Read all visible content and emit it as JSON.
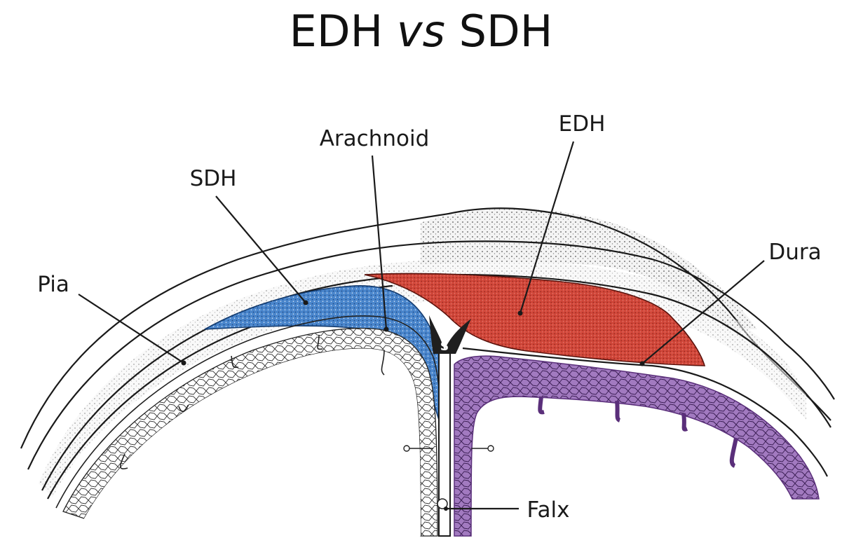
{
  "title": {
    "part1": "EDH ",
    "part2": "vs",
    "part3": " SDH"
  },
  "labels": {
    "edh": "EDH",
    "arachnoid": "Arachnoid",
    "sdh": "SDH",
    "pia": "Pia",
    "dura": "Dura",
    "falx": "Falx",
    "sinus": "S"
  },
  "colors": {
    "edh_fill": "#c8382e",
    "sdh_fill": "#3f7cc4",
    "brain_purple": "#9a6fb8",
    "bone_dots": "#333333"
  }
}
